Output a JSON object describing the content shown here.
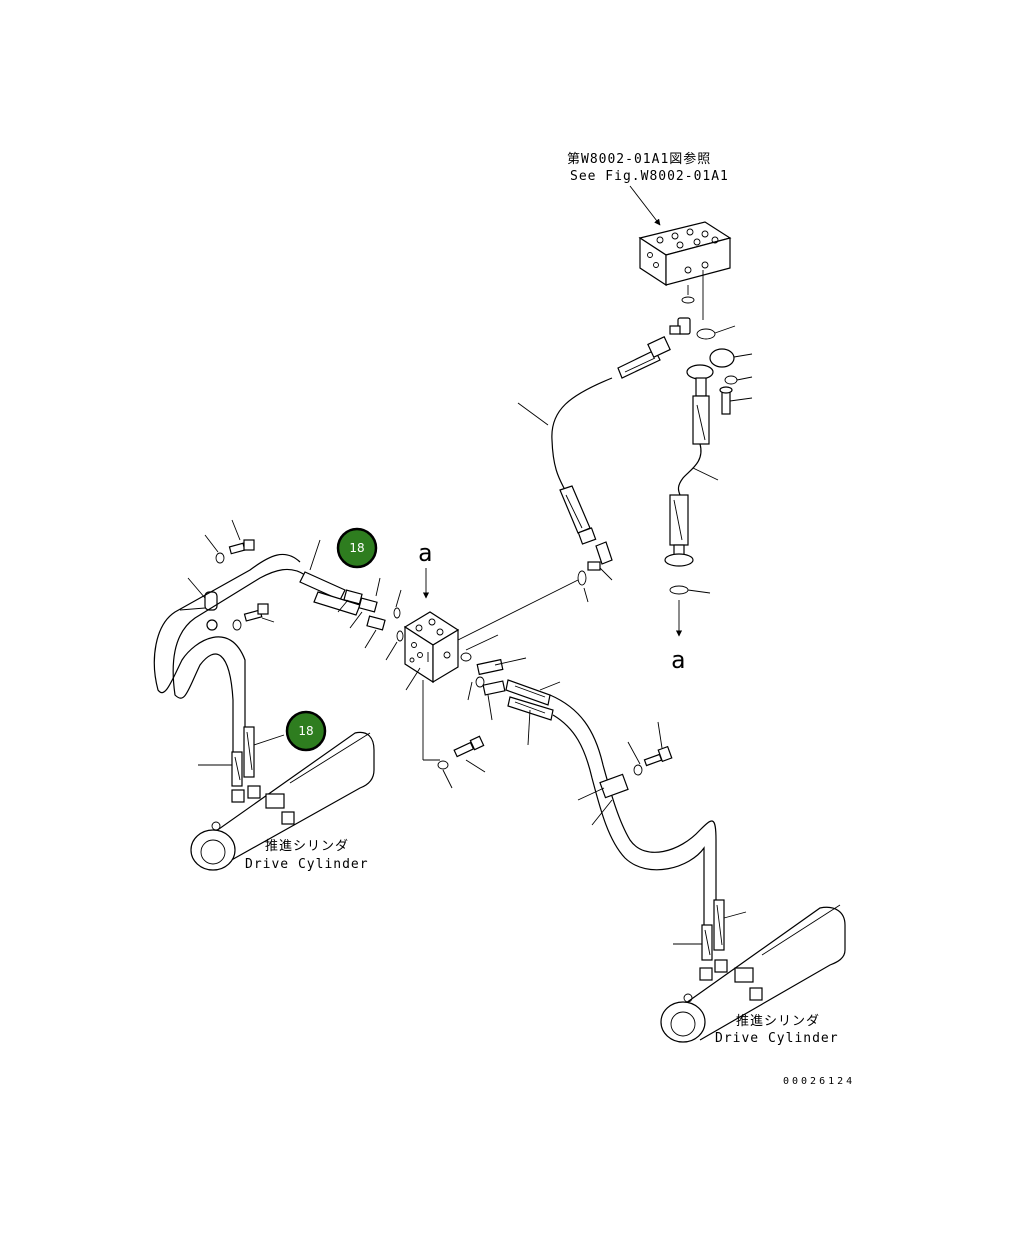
{
  "diagram": {
    "reference": {
      "jp": "第W8002-01A1図参照",
      "en": "See Fig.W8002-01A1"
    },
    "view_marker_top": "a",
    "view_marker_bottom": "a",
    "cylinder_left": {
      "jp": "推進シリンダ",
      "en": "Drive Cylinder"
    },
    "cylinder_right": {
      "jp": "推進シリンダ",
      "en": "Drive Cylinder"
    },
    "badges": [
      {
        "label": "18",
        "color": "#2e7d1f"
      },
      {
        "label": "18",
        "color": "#2e7d1f"
      }
    ],
    "drawing_number": "00026124"
  }
}
